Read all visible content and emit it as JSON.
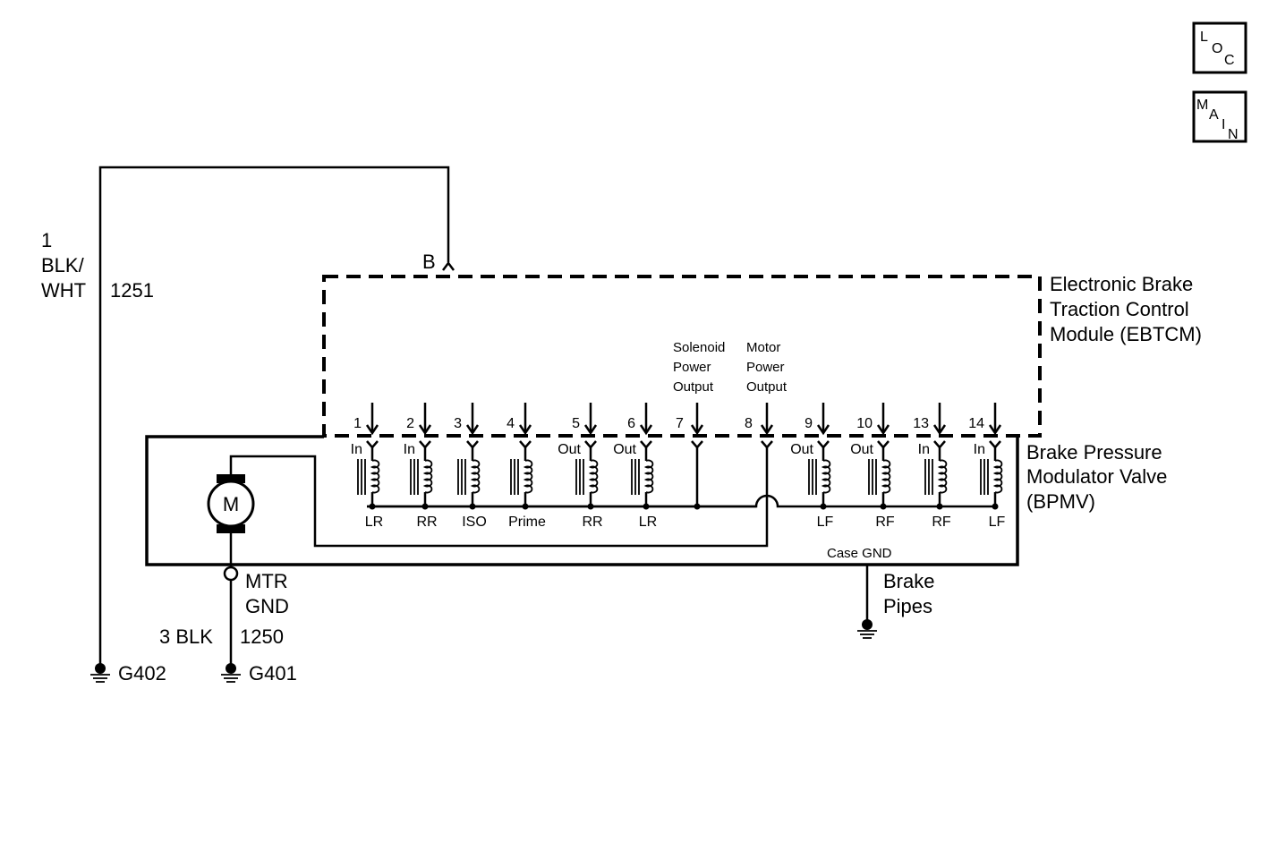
{
  "nav": {
    "loc_letters": [
      "L",
      "O",
      "C"
    ],
    "main_letters": [
      "M",
      "A",
      "I",
      "N"
    ]
  },
  "feed_wire": {
    "circuit_size": "1",
    "color_line1": "BLK/",
    "color_line2": "WHT",
    "circuit_number": "1251",
    "connector_pin": "B"
  },
  "module": {
    "name_line1": "Electronic Brake",
    "name_line2": "Traction Control",
    "name_line3": "Module (EBTCM)",
    "solenoid_label": [
      "Solenoid",
      "Power",
      "Output"
    ],
    "motor_label": [
      "Motor",
      "Power",
      "Output"
    ]
  },
  "valve": {
    "name_line1": "Brake Pressure",
    "name_line2": "Modulator Valve",
    "name_line3": "(BPMV)",
    "case_gnd": "Case GND",
    "pipes_line1": "Brake",
    "pipes_line2": "Pipes"
  },
  "solenoids": [
    {
      "pin": "1",
      "type": "In",
      "wheel": "LR"
    },
    {
      "pin": "2",
      "type": "In",
      "wheel": "RR"
    },
    {
      "pin": "3",
      "type": "",
      "wheel": "ISO"
    },
    {
      "pin": "4",
      "type": "",
      "wheel": "Prime"
    },
    {
      "pin": "5",
      "type": "Out",
      "wheel": "RR"
    },
    {
      "pin": "6",
      "type": "Out",
      "wheel": "LR"
    },
    {
      "pin": "9",
      "type": "Out",
      "wheel": "LF"
    },
    {
      "pin": "10",
      "type": "Out",
      "wheel": "RF"
    },
    {
      "pin": "13",
      "type": "In",
      "wheel": "RF"
    },
    {
      "pin": "14",
      "type": "In",
      "wheel": "LF"
    }
  ],
  "power_pins": {
    "solenoid_power_pin": "7",
    "motor_power_pin": "8"
  },
  "motor": {
    "symbol": "M",
    "gnd_line1": "MTR",
    "gnd_line2": "GND",
    "ground_wire_label": "3 BLK",
    "ground_wire_number": "1250"
  },
  "grounds": {
    "left": "G402",
    "right": "G401"
  }
}
